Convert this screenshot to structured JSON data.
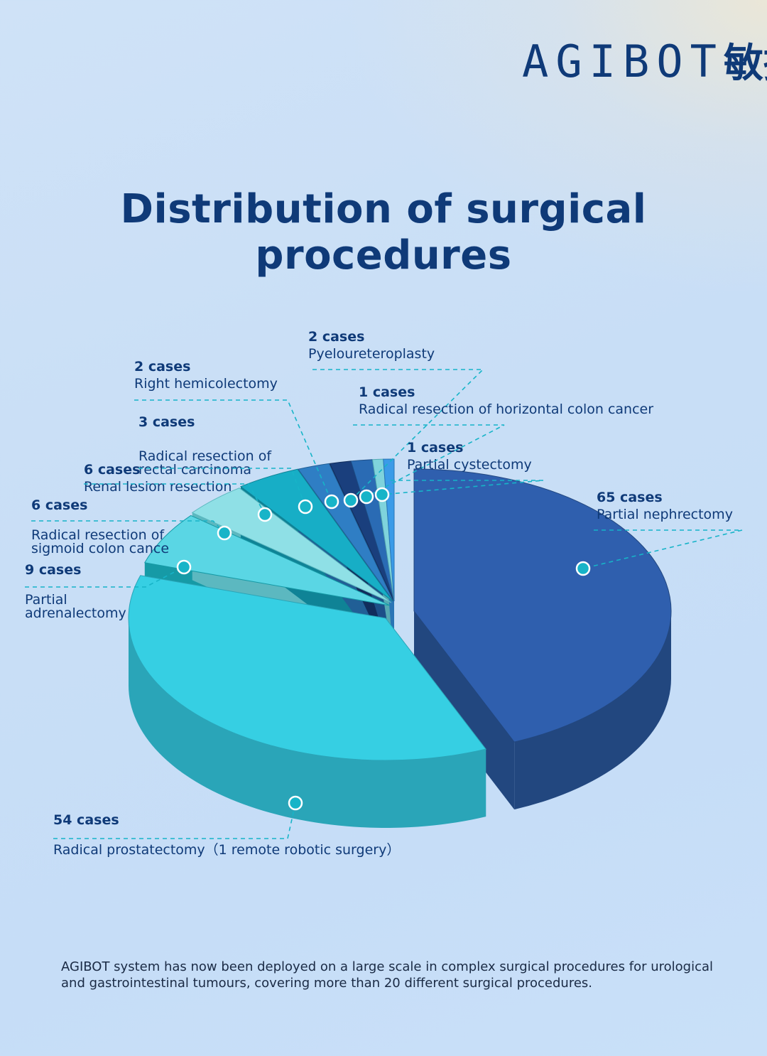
{
  "brand": {
    "logo_text": "AGIBOT",
    "logo_cjk": "敏捷"
  },
  "title": "Distribution of surgical procedures",
  "footer": "AGIBOT system has now been deployed on a large scale in complex surgical procedures for urological and gastrointestinal tumours, covering more than 20 different surgical procedures.",
  "chart_data": {
    "type": "pie",
    "style": "3d-exploded",
    "slices": [
      {
        "count_label": "65 cases",
        "name_lines": [
          "Partial nephrectomy"
        ],
        "value": 65,
        "color": "#2f5fae",
        "side_color": "#22477f"
      },
      {
        "count_label": "54 cases",
        "name_lines": [
          "Radical prostatectomy（1 remote robotic surgery）"
        ],
        "value": 54,
        "color": "#36cfe3",
        "side_color": "#2aa5b8"
      },
      {
        "count_label": "9 cases",
        "name_lines": [
          "Partial",
          "adrenalectomy"
        ],
        "value": 9,
        "color": "#5ad6e4",
        "side_color": "#169aa6"
      },
      {
        "count_label": "6 cases",
        "name_lines": [
          "Radical resection of",
          "sigmoid colon cance"
        ],
        "value": 6,
        "color": "#8fe0e6",
        "side_color": "#5cb8c0"
      },
      {
        "count_label": "6 cases",
        "name_lines": [
          "Renal lesion resection"
        ],
        "value": 6,
        "color": "#17aec6",
        "side_color": "#0f8396"
      },
      {
        "count_label": "3  cases",
        "name_lines": [
          "Radical resection of",
          "rectal carcinoma"
        ],
        "value": 3,
        "color": "#2f7ec4",
        "side_color": "#215f96"
      },
      {
        "count_label": "2 cases",
        "name_lines": [
          "Right hemicolectomy"
        ],
        "value": 2,
        "color": "#1a3f7d",
        "side_color": "#112d5c"
      },
      {
        "count_label": "2 cases",
        "name_lines": [
          "Pyeloureteroplasty"
        ],
        "value": 2,
        "color": "#2a6bb4",
        "side_color": "#1d4f88"
      },
      {
        "count_label": "1 cases",
        "name_lines": [
          "Radical resection of horizontal colon cancer"
        ],
        "value": 1,
        "color": "#7fd3dc",
        "side_color": "#56a9b2"
      },
      {
        "count_label": "1 cases",
        "name_lines": [
          "Partial cystectomy"
        ],
        "value": 1,
        "color": "#3b9be8",
        "side_color": "#2a75b5"
      }
    ],
    "legend": "none"
  }
}
